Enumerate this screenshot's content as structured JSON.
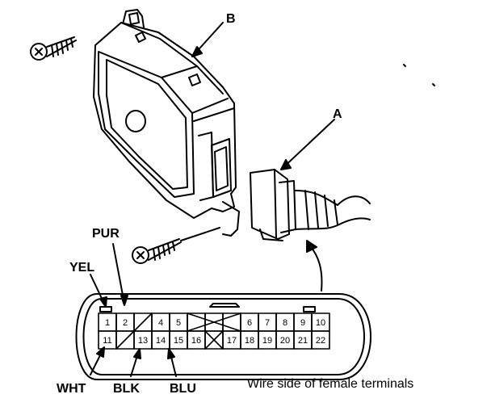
{
  "callouts": {
    "module": "B",
    "connector": "A"
  },
  "wire_labels": {
    "purple": "PUR",
    "yellow": "YEL",
    "white": "WHT",
    "black": "BLK",
    "blue": "BLU"
  },
  "caption": "Wire side of female terminals",
  "terminals": {
    "row_top": [
      "1",
      "2",
      "",
      "4",
      "5",
      "",
      "",
      "",
      "6",
      "7",
      "8",
      "9",
      "10"
    ],
    "row_bottom": [
      "11",
      "",
      "13",
      "14",
      "15",
      "16",
      "",
      "17",
      "18",
      "19",
      "20",
      "21",
      "22"
    ]
  }
}
